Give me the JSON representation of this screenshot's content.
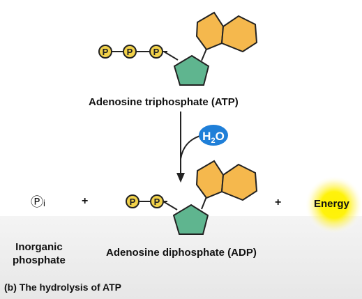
{
  "atp": {
    "label": "Adenosine triphosphate (ATP)",
    "phosphate_symbols": [
      "P",
      "P",
      "P"
    ]
  },
  "water": {
    "symbol_h": "H",
    "symbol_sub": "2",
    "symbol_o": "O"
  },
  "products": {
    "inorganic_phosphate_symbol": "Ⓟ",
    "inorganic_phosphate_sub": "i",
    "plus_1": "+",
    "plus_2": "+",
    "energy_label": "Energy",
    "inorganic_label_line1": "Inorganic",
    "inorganic_label_line2": "phosphate",
    "adp_label": "Adenosine diphosphate (ADP)",
    "adp_phosphate_symbols": [
      "P",
      "P"
    ]
  },
  "caption": "(b) The hydrolysis of ATP",
  "colors": {
    "phosphate_fill": "#f2d24a",
    "ribose_fill": "#5fb58f",
    "base_fill": "#f5b84d",
    "water_bubble": "#1f7fd8",
    "energy_glow": "#fff200"
  }
}
